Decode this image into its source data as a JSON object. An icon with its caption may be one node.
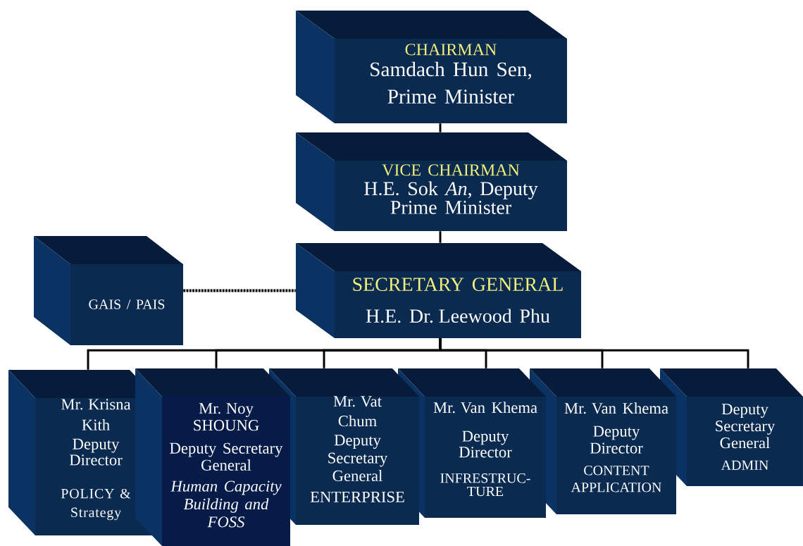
{
  "diagram": {
    "nodes": [
      {
        "text": [
          "CHAIRMAN",
          "Samdach Hun Sen, Prime Minister"
        ]
      },
      {
        "text": [
          "VICE CHAIRMAN",
          "H.E. Sok *An*, Deputy Prime Minister"
        ]
      },
      {
        "text": [
          "SECRETARY GENERAL",
          "H.E. Dr. Leewood  Phu"
        ]
      },
      {
        "text": [
          "GAIS / PAIS"
        ]
      },
      {
        "text": [
          "Mr. Krisna Kith",
          "Deputy Director",
          "POLICY & Strategy"
        ]
      },
      {
        "text": [
          "Mr. Noy SHOUNG",
          "Deputy Secretary General",
          "Human Capacity Building and FOSS"
        ]
      },
      {
        "text": [
          "Mr. Vat Chum",
          "Deputy Secretary General",
          "ENTERPRISE"
        ]
      },
      {
        "text": [
          "Mr. Van Khema",
          "Deputy Director",
          "INFRESTRUC- TURE"
        ]
      },
      {
        "text": [
          "Mr. Van Khema",
          "Deputy Director",
          "CONTENT APPLICATION"
        ]
      },
      {
        "text": [
          "Deputy Secretary General",
          "ADMIN"
        ]
      }
    ],
    "edges": [
      {
        "from": 0,
        "to": 1,
        "arrow": "none"
      },
      {
        "from": 1,
        "to": 2,
        "arrow": "none"
      },
      {
        "from": 3,
        "to": 2,
        "arrow": "none",
        "style": "dashed"
      },
      {
        "from": 2,
        "to": 4,
        "arrow": "none"
      },
      {
        "from": 2,
        "to": 5,
        "arrow": "none"
      },
      {
        "from": 2,
        "to": 6,
        "arrow": "none"
      },
      {
        "from": 2,
        "to": 7,
        "arrow": "none"
      },
      {
        "from": 2,
        "to": 8,
        "arrow": "none"
      },
      {
        "from": 2,
        "to": 9,
        "arrow": "none"
      }
    ]
  }
}
